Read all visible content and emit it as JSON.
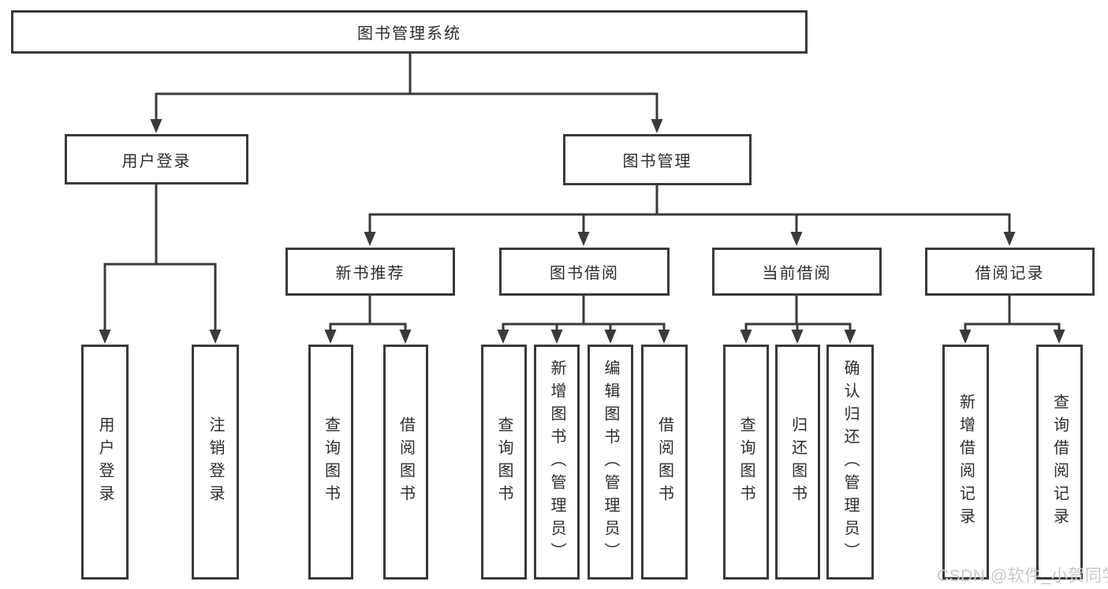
{
  "tree": {
    "root": "图书管理系统",
    "level2": [
      "用户登录",
      "图书管理"
    ],
    "level3": [
      "新书推荐",
      "图书借阅",
      "当前借阅",
      "借阅记录"
    ],
    "leaves": [
      "用户登录",
      "注销登录",
      "查询图书",
      "借阅图书",
      "查询图书",
      "新增图书（管理员）",
      "编辑图书（管理员）",
      "借阅图书",
      "查询图书",
      "归还图书",
      "确认归还（管理员）",
      "新增借阅记录",
      "查询借阅记录"
    ]
  },
  "watermark": "CSDN @软件_小贺同学",
  "colors": {
    "line": "#3a3a3a",
    "text": "#2d2d2d",
    "watermark": "#c9c9c9",
    "background": "#ffffff"
  }
}
